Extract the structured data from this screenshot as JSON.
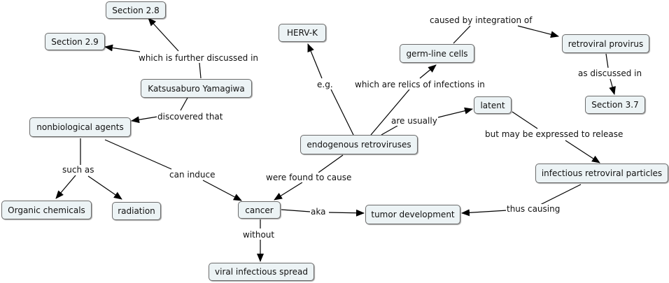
{
  "concepts": {
    "section_2_8": "Section 2.8",
    "section_2_9": "Section 2.9",
    "yamagiwa": "Katsusaburo Yamagiwa",
    "nonbio": "nonbiological agents",
    "organic": "Organic chemicals",
    "radiation": "radiation",
    "cancer": "cancer",
    "viral_spread": "viral infectious spread",
    "tumor": "tumor development",
    "herv": "HERV-K",
    "germline": "germ-line cells",
    "retro_provirus": "retroviral provirus",
    "section_3_7": "Section 3.7",
    "latent": "latent",
    "endogenous": "endogenous retroviruses",
    "particles": "infectious retroviral particles"
  },
  "links": {
    "further_discussed": "which is further discussed in",
    "discovered_that": "discovered that",
    "such_as": "such as",
    "can_induce": "can induce",
    "without": "without",
    "aka": "aka",
    "were_found": "were found to cause",
    "eg": "e.g.",
    "relics": "which are relics of infections in",
    "caused_by": "caused by integration of",
    "as_discussed": "as discussed in",
    "are_usually": "are usually",
    "may_be_expressed": "but may be expressed to release",
    "thus_causing": "thus causing"
  },
  "colors": {
    "node_fill": "#ecf3f5",
    "node_border": "#6b6b6b",
    "line": "#000000"
  }
}
